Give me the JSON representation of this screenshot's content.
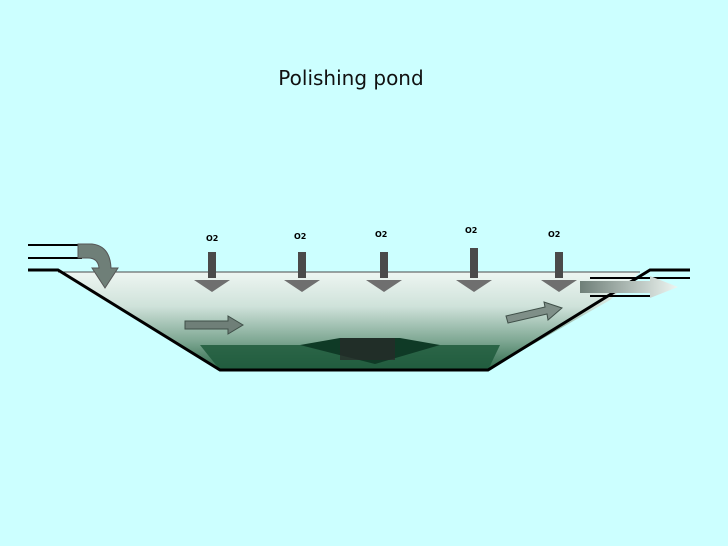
{
  "title": "Polishing pond",
  "labels": {
    "oxygen": [
      "O2",
      "O2",
      "O2",
      "O2",
      "O2"
    ]
  },
  "colors": {
    "background": "#ccffff",
    "water_light": "#dfeeea",
    "water_mid": "#8fb8a6",
    "water_dark": "#1f5a3c",
    "arrow": "#6f7f78",
    "outline": "#000000"
  }
}
